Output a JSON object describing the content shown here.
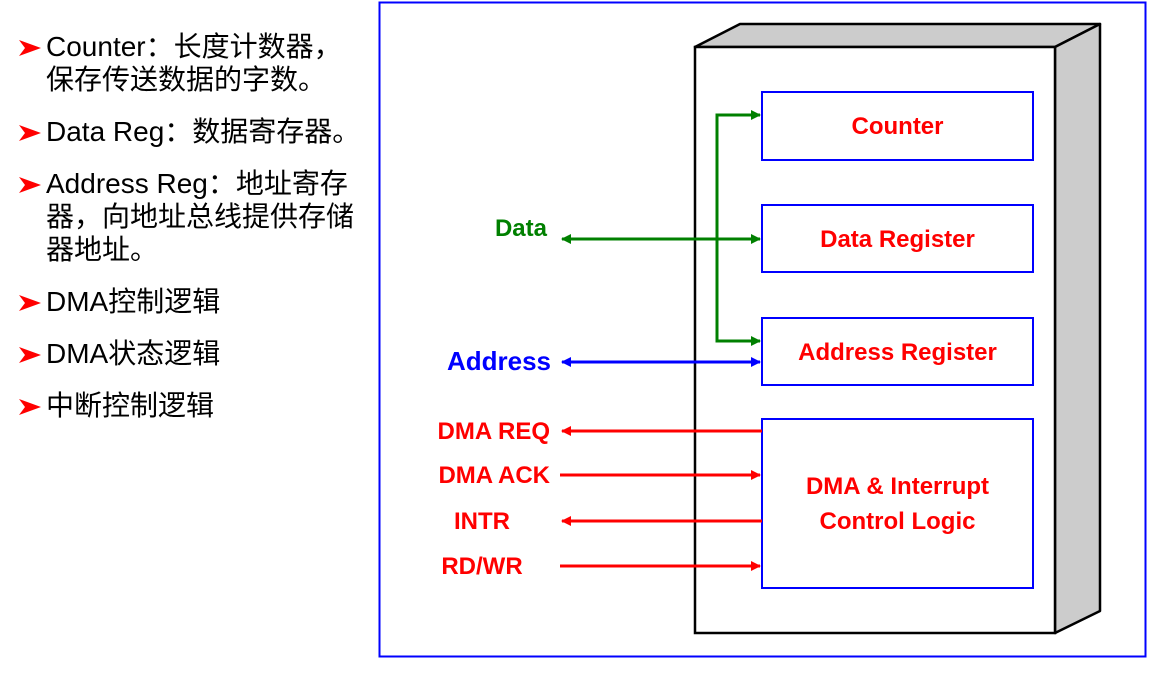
{
  "bullets": [
    {
      "text": "Counter：长度计数器，保存传送数据的字数。"
    },
    {
      "text": "Data Reg：数据寄存器。"
    },
    {
      "text": "Address Reg：地址寄存器，向地址总线提供存储器地址。"
    },
    {
      "text": "DMA控制逻辑"
    },
    {
      "text": "DMA状态逻辑"
    },
    {
      "text": "中断控制逻辑"
    }
  ],
  "diagram": {
    "registers": {
      "counter": "Counter",
      "data": "Data Register",
      "address": "Address Register",
      "control_line1": "DMA & Interrupt",
      "control_line2": "Control Logic"
    },
    "signals": {
      "data": "Data",
      "address": "Address",
      "dma_req": "DMA REQ",
      "dma_ack": "DMA ACK",
      "intr": "INTR",
      "rdwr": "RD/WR"
    },
    "colors": {
      "frame": "#0000ff",
      "register_border": "#0000ff",
      "register_text": "#ff0000",
      "data_bus": "#008000",
      "address_bus": "#0000ff",
      "control_signals": "#ff0000",
      "box_side": "#cccccc",
      "bullet_arrow": "#ff0000"
    }
  }
}
